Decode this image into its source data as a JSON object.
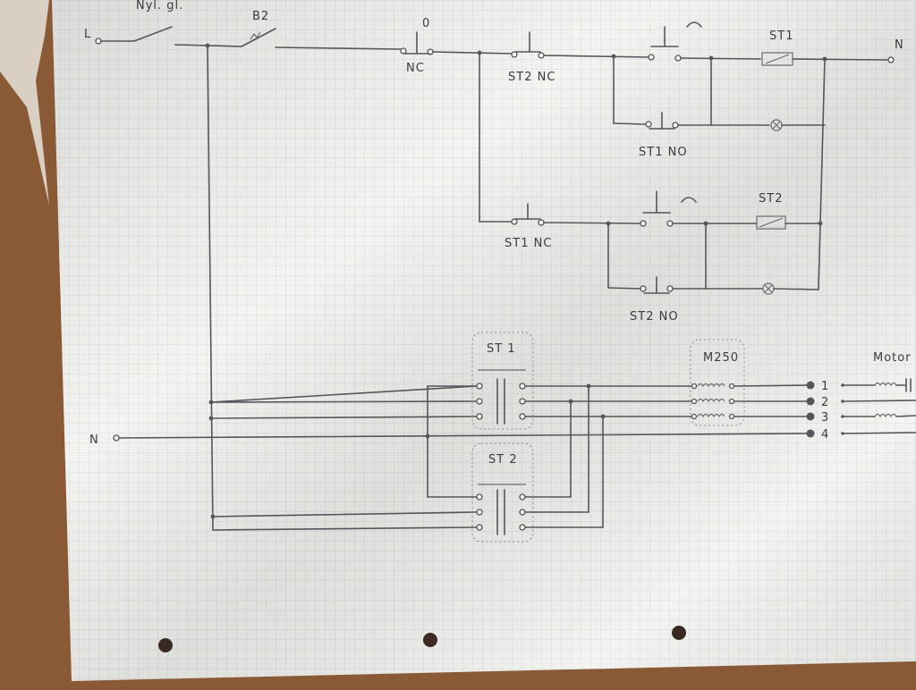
{
  "labels": {
    "live": "L",
    "neutral_top": "N",
    "neutral_left": "N",
    "main_switch": "Nyl. gl.",
    "breaker": "B2",
    "stop_symbol": "0",
    "stop_nc": "NC",
    "st2_nc": "ST2 NC",
    "st1_no": "ST1 NO",
    "st1_coil": "ST1",
    "st1_nc": "ST1 NC",
    "st2_no": "ST2 NO",
    "st2_coil": "ST2",
    "contactor_st1": "ST 1",
    "contactor_st2": "ST 2",
    "relay_m250": "M250",
    "motor": "Motor",
    "term_1": "1",
    "term_2": "2",
    "term_3": "3",
    "term_4": "4"
  },
  "colors": {
    "paper": "#f2f2ef",
    "grid": "#cfd6dc",
    "ink": "#55555c",
    "desk": "#8a5a36"
  }
}
